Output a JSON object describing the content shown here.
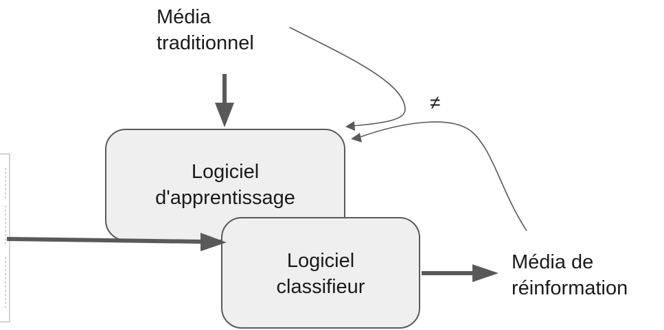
{
  "nodes": {
    "learning_software": {
      "line1": "Logiciel",
      "line2": "d'apprentissage"
    },
    "classifier_software": {
      "line1": "Logiciel",
      "line2": "classifieur"
    },
    "traditional_media": {
      "line1": "Média",
      "line2": "traditionnel"
    },
    "reinformation_media": {
      "line1": "Média de",
      "line2": "réinformation"
    }
  },
  "symbols": {
    "not_equal": "≠"
  },
  "colors": {
    "box_fill": "#efefef",
    "box_border": "#595959",
    "arrow": "#595959",
    "text": "#1a1a1a"
  }
}
